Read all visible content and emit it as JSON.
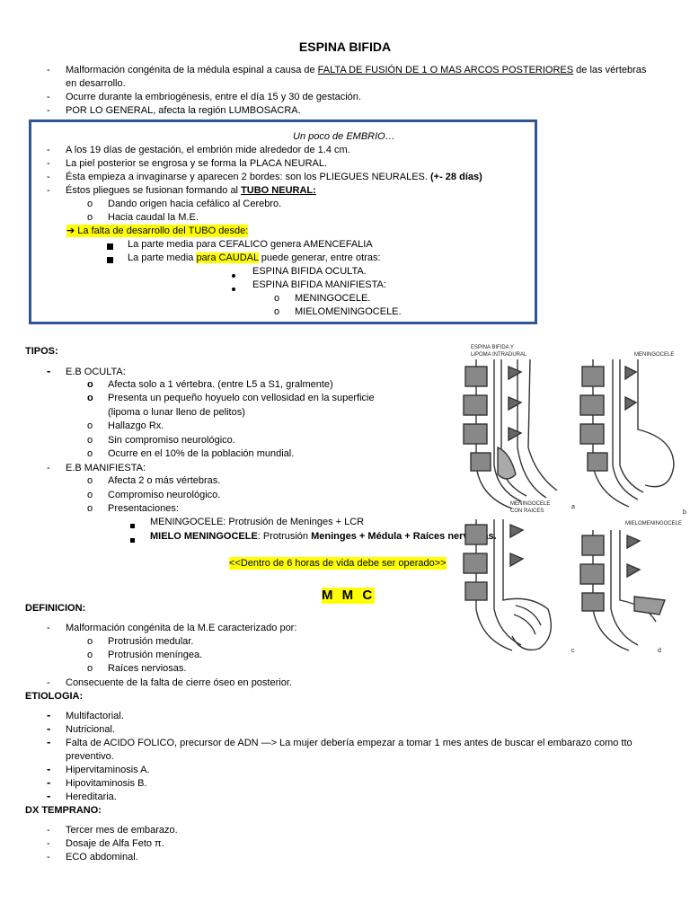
{
  "title": "ESPINA BIFIDA",
  "intro": {
    "l1a": "Malformación congénita de la médula espinal a causa de ",
    "l1u": "FALTA DE FUSIÓN DE 1 O MAS ARCOS POSTERIORES",
    "l1b": " de las vértebras",
    "l1c": "en desarrollo.",
    "l2": "Ocurre durante la embriogénesis, entre el día 15 y 30 de gestación.",
    "l3": "POR LO GENERAL, afecta la región LUMBOSACRA."
  },
  "embrio": {
    "heading": "Un poco de EMBRIO…",
    "b1": "A los 19 días de gestación, el embrión mide alrededor de 1.4 cm.",
    "b2": "La piel posterior se engrosa y se forma la PLACA NEURAL.",
    "b3": "Ésta empieza a invaginarse y aparecen 2 bordes: son los PLIEGUES NEURALES.",
    "b3b": "(+- 28 días)",
    "b4": "Éstos pliegues se fusionan formando al ",
    "b4u": "TUBO NEURAL:",
    "s1": "Dando origen hacia cefálico al Cerebro.",
    "s2": "Hacia caudal la M.E.",
    "arrow": "➔ La falta de desarrollo del TUBO desde:",
    "q1": "La parte media para CEFALICO genera AMENCEFALIA",
    "q2a": "La parte media ",
    "q2h": "para CAUDAL",
    "q2b": " puede generar, entre otras:",
    "d1": "ESPINA BIFIDA OCULTA.",
    "d2": "ESPINA BIFIDA MANIFIESTA:",
    "o1": "MENINGOCELE.",
    "o2": "MIELOMENINGOCELE."
  },
  "tipos": {
    "heading": "TIPOS:",
    "oculta": "E.B OCULTA:",
    "oc1": "Afecta solo a 1 vértebra. (entre L5 a S1, gralmente)",
    "oc2": "Presenta un pequeño hoyuelo con vellosidad en la superficie",
    "oc2b": "(lipoma o lunar lleno de pelitos)",
    "oc3": "Hallazgo Rx.",
    "oc4": "Sin compromiso neurológico.",
    "oc5": "Ocurre en el 10% de la población mundial.",
    "manifiesta": "E.B MANIFIESTA:",
    "m1": "Afecta 2 o más vértebras.",
    "m2": "Compromiso neurológico.",
    "m3": "Presentaciones:",
    "p1": "MENINGOCELE: Protrusión de Meninges + LCR",
    "p2a": "MIELO MENINGOCELE",
    "p2b": ": Protrusión ",
    "p2c": "Meninges + Médula + Raíces nerviosas.",
    "note": "<<Dentro de 6 horas de vida debe ser operado>>"
  },
  "figure": {
    "l1": "ESPINA BIFIDA Y",
    "l2": "LIPOMA INTRADURAL",
    "l3": "MENINGOCELE",
    "l4": "MENINGOCELE",
    "l5": "CON RAICES",
    "l6": "MIELOMENINGOCELE",
    "a": "a",
    "b": "b",
    "c": "c",
    "d": "d"
  },
  "mmc": "M M C",
  "definicion": {
    "heading": "DEFINICION:",
    "l1": "Malformación congénita de la M.E caracterizado por:",
    "s1": "Protrusión medular.",
    "s2": "Protrusión meníngea.",
    "s3": "Raíces nerviosas.",
    "l2": "Consecuente de la falta de cierre óseo en posterior."
  },
  "etiologia": {
    "heading": "ETIOLOGIA:",
    "e1": "Multifactorial.",
    "e2": "Nutricional.",
    "e3": "Falta de ACIDO FOLICO, precursor de ADN —> La mujer debería empezar a tomar 1 mes antes de buscar el embarazo como tto",
    "e3b": "preventivo.",
    "e4": "Hipervitaminosis A.",
    "e5": "Hipovitaminosis B.",
    "e6": "Hereditaria."
  },
  "dx": {
    "heading": "DX TEMPRANO:",
    "d1": "Tercer mes de embarazo.",
    "d2": "Dosaje de Alfa Feto π.",
    "d3": "ECO abdominal."
  },
  "dash": "-",
  "o": "o"
}
